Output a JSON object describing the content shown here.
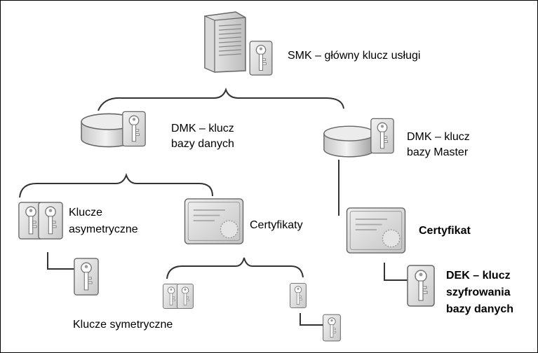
{
  "labels": {
    "smk": "SMK – główny klucz usługi",
    "dmk_db_line1": "DMK – klucz",
    "dmk_db_line2": "bazy danych",
    "dmk_master_line1": "DMK – klucz",
    "dmk_master_line2": "bazy Master",
    "asym_line1": "Klucze",
    "asym_line2": "asymetryczne",
    "certyfikaty": "Certyfikaty",
    "certyfikat": "Certyfikat",
    "sym": "Klucze symetryczne",
    "dek_line1": "DEK – klucz",
    "dek_line2": "szyfrowania",
    "dek_line3": "bazy danych"
  },
  "icons": [
    "server-icon",
    "database-icon",
    "key-card-icon",
    "certificate-icon"
  ],
  "colors": {
    "line": "#333333",
    "icon_fill": "#dcdcdc",
    "icon_stroke": "#555555"
  }
}
